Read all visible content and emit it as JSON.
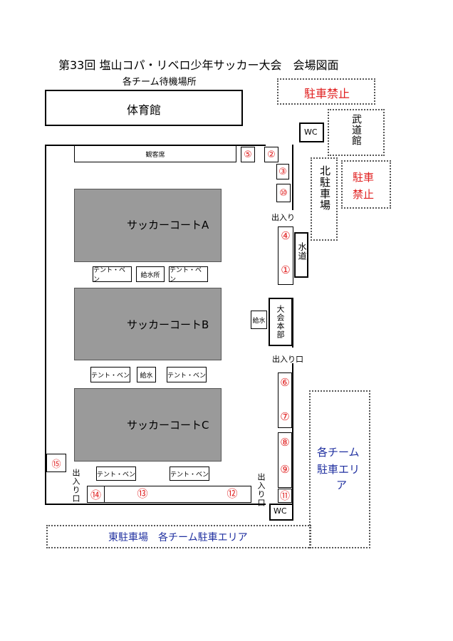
{
  "title": "第33回 塩山コパ・リベロ少年サッカー大会　会場図面",
  "waiting_area": "各チーム待機場所",
  "gym": "体育館",
  "no_parking_top": "駐車禁止",
  "no_parking_side": [
    "駐車",
    "禁止"
  ],
  "wc": "WC",
  "budokan": "武道館",
  "north_parking": "北駐車場",
  "spectator_seats": "観客席",
  "water_tap": "水道",
  "entrance": "出入り",
  "entrance_full": "出入り口",
  "hq": "大会本部",
  "water": "給水",
  "water_station": "給水所",
  "tent": "テント・ベン",
  "courts": [
    "サッカーコートA",
    "サッカーコートB",
    "サッカーコートC"
  ],
  "east_parking": "東駐車場　各チーム駐車エリア",
  "team_parking": [
    "各チーム",
    "駐車エリ",
    "ア"
  ],
  "markers": [
    "①",
    "②",
    "③",
    "④",
    "⑤",
    "⑥",
    "⑦",
    "⑧",
    "⑨",
    "⑩",
    "⑪",
    "⑫",
    "⑬",
    "⑭",
    "⑮"
  ]
}
